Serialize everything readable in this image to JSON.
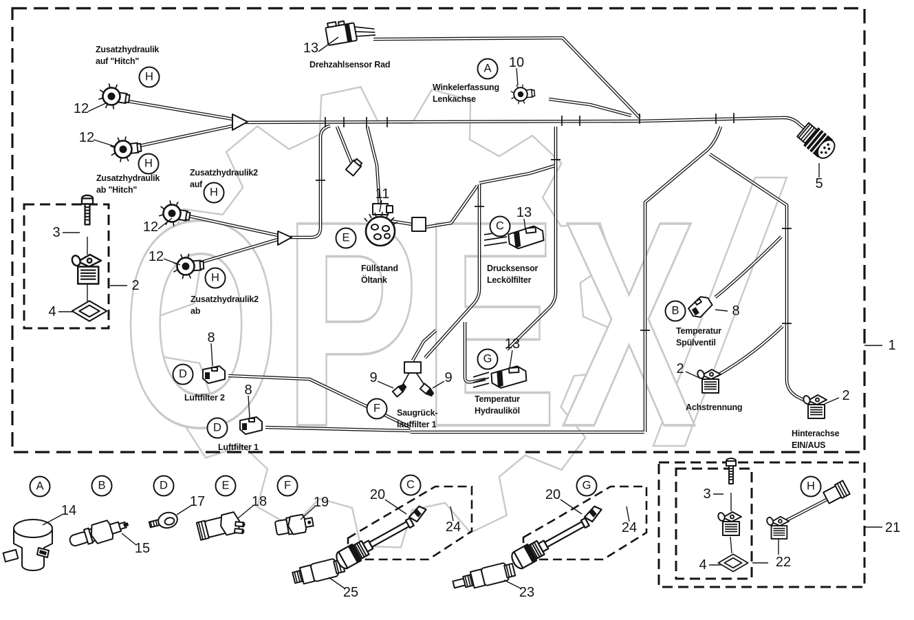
{
  "watermark": {
    "text": "OPEX"
  },
  "circles": [
    {
      "letter": "H"
    },
    {
      "letter": "H"
    },
    {
      "letter": "H"
    },
    {
      "letter": "H"
    },
    {
      "letter": "A"
    },
    {
      "letter": "E"
    },
    {
      "letter": "C"
    },
    {
      "letter": "B"
    },
    {
      "letter": "G"
    },
    {
      "letter": "D"
    },
    {
      "letter": "D"
    },
    {
      "letter": "F"
    },
    {
      "letter": "A"
    },
    {
      "letter": "B"
    },
    {
      "letter": "D"
    },
    {
      "letter": "E"
    },
    {
      "letter": "F"
    },
    {
      "letter": "C"
    },
    {
      "letter": "G"
    },
    {
      "letter": "H"
    }
  ],
  "numbers": [
    {
      "value": "12"
    },
    {
      "value": "12"
    },
    {
      "value": "13"
    },
    {
      "value": "10"
    },
    {
      "value": "12"
    },
    {
      "value": "12"
    },
    {
      "value": "3"
    },
    {
      "value": "2"
    },
    {
      "value": "4"
    },
    {
      "value": "11"
    },
    {
      "value": "13"
    },
    {
      "value": "5"
    },
    {
      "value": "8"
    },
    {
      "value": "8"
    },
    {
      "value": "8"
    },
    {
      "value": "9"
    },
    {
      "value": "9"
    },
    {
      "value": "13"
    },
    {
      "value": "2"
    },
    {
      "value": "2"
    },
    {
      "value": "1"
    },
    {
      "value": "14"
    },
    {
      "value": "15"
    },
    {
      "value": "17"
    },
    {
      "value": "18"
    },
    {
      "value": "19"
    },
    {
      "value": "20"
    },
    {
      "value": "24"
    },
    {
      "value": "25"
    },
    {
      "value": "20"
    },
    {
      "value": "24"
    },
    {
      "value": "23"
    },
    {
      "value": "3"
    },
    {
      "value": "4"
    },
    {
      "value": "22"
    },
    {
      "value": "21"
    }
  ],
  "labels": [
    {
      "line1": "Zusatzhydraulik",
      "line2": "auf \"Hitch\""
    },
    {
      "line1": "Zusatzhydraulik",
      "line2": "ab \"Hitch\""
    },
    {
      "line1": "Zusatzhydraulik2",
      "line2": "auf"
    },
    {
      "line1": "Zusatzhydraulik2",
      "line2": "ab"
    },
    {
      "line1": "Drehzahlsensor Rad",
      "line2": ""
    },
    {
      "line1": "Winkelerfassung",
      "line2": "Lenkachse"
    },
    {
      "line1": "Füllstand",
      "line2": "Öltank"
    },
    {
      "line1": "Drucksensor",
      "line2": "Leckölfilter"
    },
    {
      "line1": "Temperatur",
      "line2": "Spülventil"
    },
    {
      "line1": "Achstrennung",
      "line2": ""
    },
    {
      "line1": "Hinterachse",
      "line2": "EIN/AUS"
    },
    {
      "line1": "Temperatur",
      "line2": "Hydrauliköl"
    },
    {
      "line1": "Luftfilter 2",
      "line2": ""
    },
    {
      "line1": "Luftfilter 1",
      "line2": ""
    },
    {
      "line1": "Saugrück-",
      "line2": "lauffilter 1"
    }
  ]
}
